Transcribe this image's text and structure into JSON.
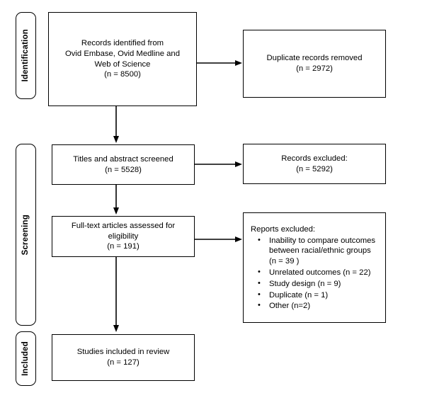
{
  "figure": {
    "type": "prisma-flow-diagram",
    "background_color": "#ffffff",
    "line_color": "#000000"
  },
  "stages": [
    {
      "id": "identification",
      "label": "Identification"
    },
    {
      "id": "screening",
      "label": "Screening"
    },
    {
      "id": "included",
      "label": "Included"
    }
  ],
  "boxes": {
    "records_identified": {
      "text": "Records identified from\nOvid Embase, Ovid Medline and\nWeb of Science\n(n = 8500)"
    },
    "duplicates_removed": {
      "text": "Duplicate records removed\n(n = 2972)"
    },
    "titles_screened": {
      "text": "Titles and abstract screened\n(n = 5528)"
    },
    "records_excluded": {
      "text": "Records excluded:\n(n = 5292)"
    },
    "fulltext_assessed": {
      "text": "Full-text articles assessed for\neligibility\n(n = 191)"
    },
    "reports_excluded": {
      "title": "Reports excluded:",
      "items": [
        "Inability to compare outcomes between racial/ethnic groups (n = 39 )",
        "Unrelated outcomes (n = 22)",
        "Study design (n = 9)",
        "Duplicate (n = 1)",
        "Other (n=2)"
      ]
    },
    "studies_included": {
      "text": "Studies included in review\n(n = 127)"
    }
  }
}
